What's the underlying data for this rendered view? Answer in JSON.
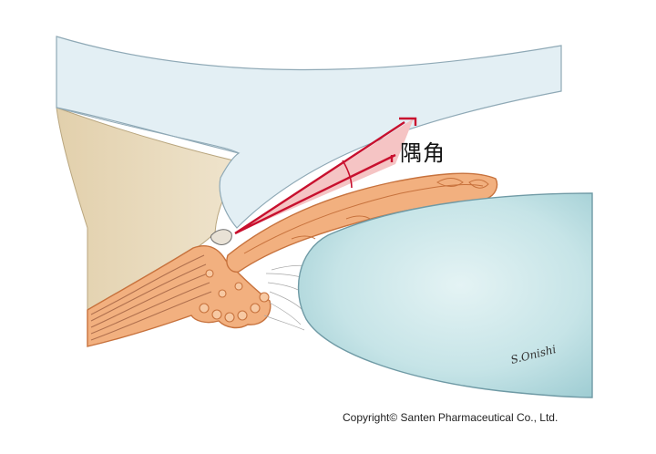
{
  "diagram": {
    "angle_label": "隅角",
    "signature": "S.Onishi",
    "copyright": "Copyright© Santen Pharmaceutical Co., Ltd.",
    "colors": {
      "cornea": "#e3eff4",
      "cornea_outline": "#8fa9b6",
      "sclera": "#e8d9bc",
      "iris": "#f2b07f",
      "iris_outline": "#c7723d",
      "ciliary_muscle": "#d09070",
      "lens": "#b9dde0",
      "lens_outline": "#6f9aa5",
      "angle_marker": "#c8102e",
      "angle_fill": "#f5c4c4"
    }
  }
}
